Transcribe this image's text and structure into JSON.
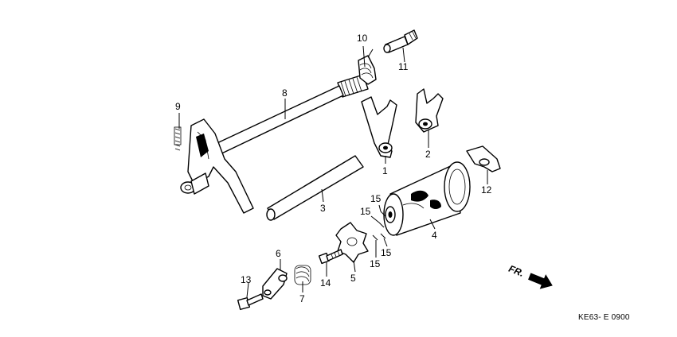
{
  "diagram": {
    "callouts": [
      {
        "id": "1",
        "label": "1"
      },
      {
        "id": "2",
        "label": "2"
      },
      {
        "id": "3",
        "label": "3"
      },
      {
        "id": "4",
        "label": "4"
      },
      {
        "id": "5",
        "label": "5"
      },
      {
        "id": "6",
        "label": "6"
      },
      {
        "id": "7",
        "label": "7"
      },
      {
        "id": "8",
        "label": "8"
      },
      {
        "id": "9",
        "label": "9"
      },
      {
        "id": "10",
        "label": "10"
      },
      {
        "id": "11",
        "label": "11"
      },
      {
        "id": "12",
        "label": "12"
      },
      {
        "id": "13",
        "label": "13"
      },
      {
        "id": "14",
        "label": "14"
      },
      {
        "id": "15a",
        "label": "15"
      },
      {
        "id": "15b",
        "label": "15"
      },
      {
        "id": "15c",
        "label": "15"
      },
      {
        "id": "15d",
        "label": "15"
      }
    ],
    "direction_label": "FR.",
    "drawing_code": "KE63- E 0900"
  }
}
